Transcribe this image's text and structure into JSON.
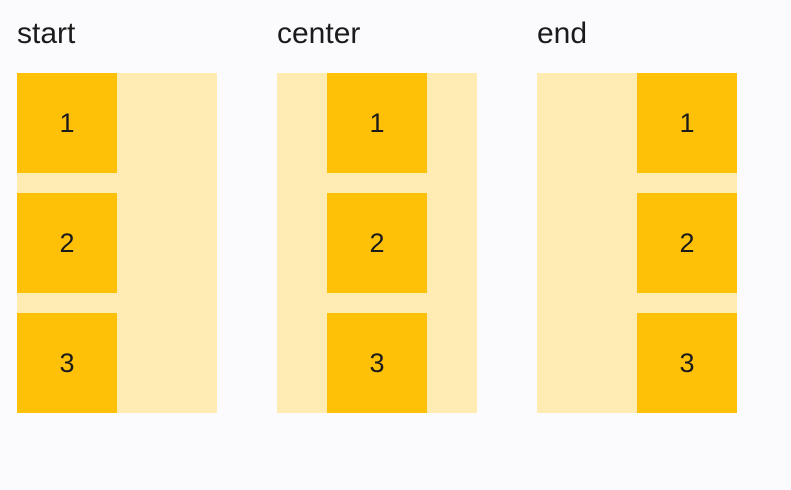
{
  "examples": [
    {
      "label": "start",
      "items": [
        "1",
        "2",
        "3"
      ]
    },
    {
      "label": "center",
      "items": [
        "1",
        "2",
        "3"
      ]
    },
    {
      "label": "end",
      "items": [
        "1",
        "2",
        "3"
      ]
    }
  ],
  "colors": {
    "background": "#fbfbfe",
    "container": "#ffecb3",
    "item": "#ffc107",
    "text": "#1b1b1b"
  }
}
